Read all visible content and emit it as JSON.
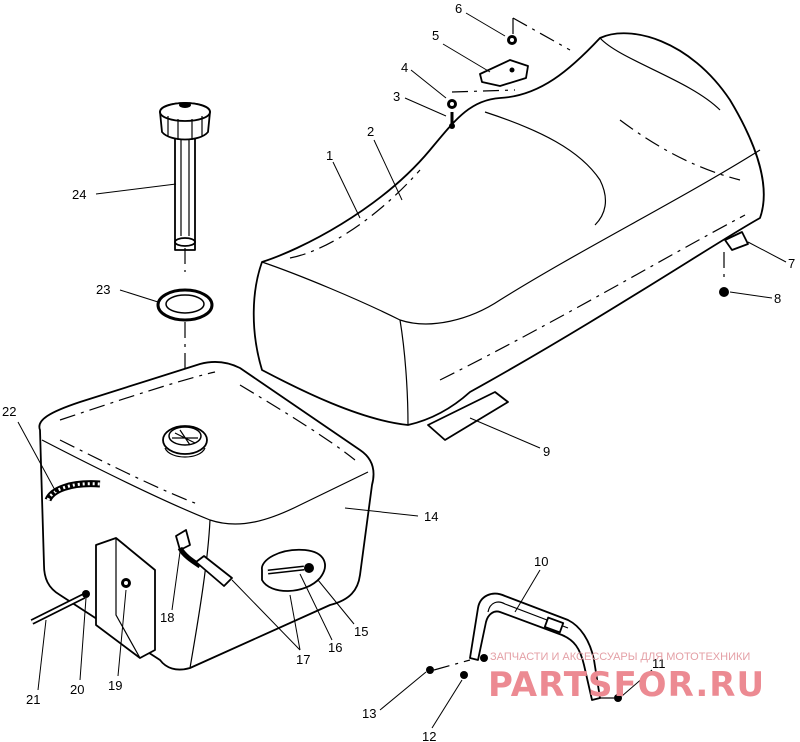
{
  "part_numbers": [
    "1",
    "2",
    "3",
    "4",
    "5",
    "6",
    "7",
    "8",
    "9",
    "10",
    "11",
    "12",
    "13",
    "14",
    "15",
    "16",
    "17",
    "18",
    "19",
    "20",
    "21",
    "22",
    "23",
    "24"
  ],
  "watermark": {
    "tagline": "ЗАПЧАСТИ И АКСЕССУАРЫ ДЛЯ МОТОТЕХНИКИ",
    "brand": "PARTSFOR.RU",
    "color": "#e8808a"
  }
}
